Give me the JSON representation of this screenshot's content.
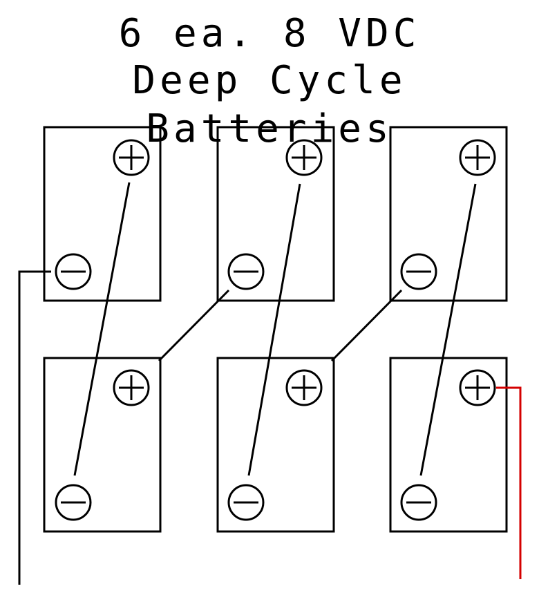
{
  "title": {
    "line1": "6 ea. 8 VDC",
    "line2": "Deep Cycle Batteries"
  },
  "batteries": [
    {
      "id": "top-left"
    },
    {
      "id": "top-middle"
    },
    {
      "id": "top-right"
    },
    {
      "id": "bottom-left"
    },
    {
      "id": "bottom-middle"
    },
    {
      "id": "bottom-right"
    }
  ],
  "colors": {
    "line": "#000000",
    "positive_lead": "#d40000",
    "negative_lead": "#000000"
  }
}
